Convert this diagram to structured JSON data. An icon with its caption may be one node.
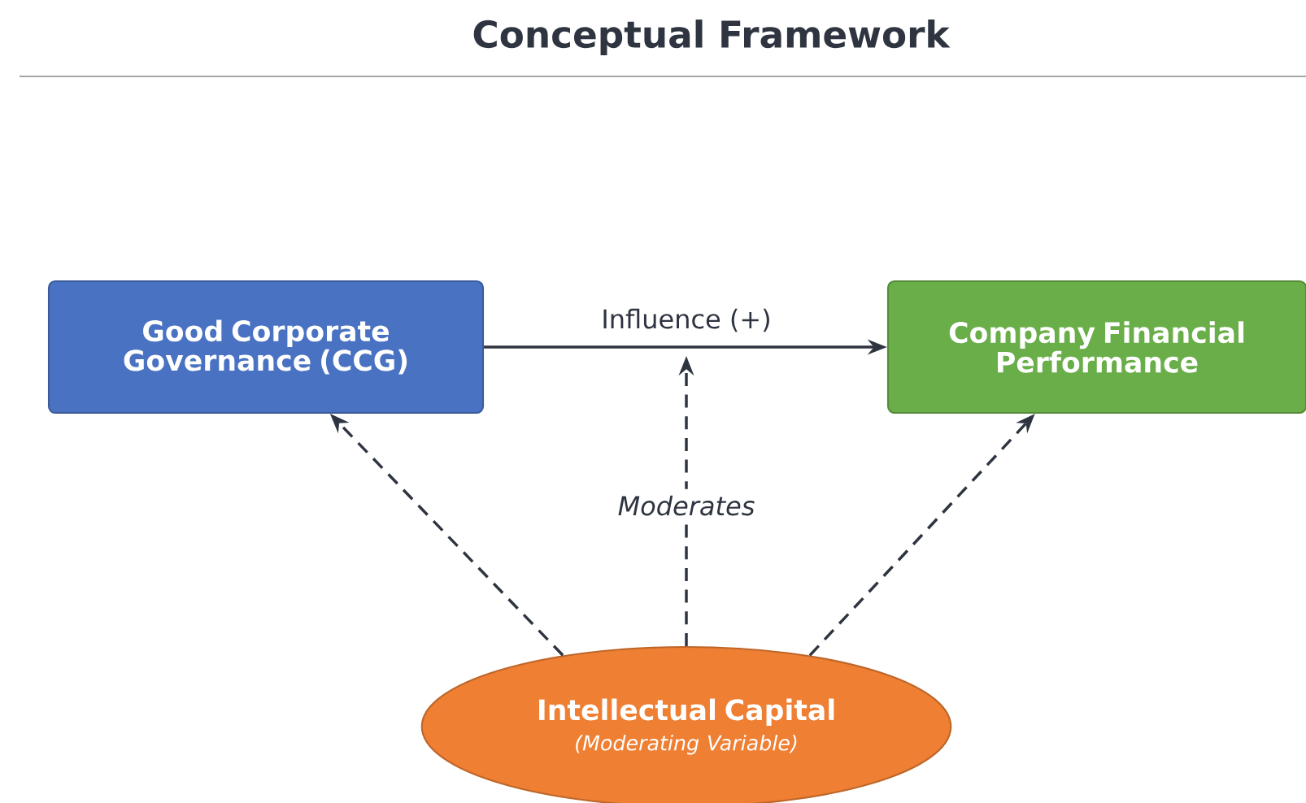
{
  "diagram": {
    "title": "Conceptual Framework",
    "nodes": [
      {
        "text": [
          "Good Corporate Governance (CCG)"
        ]
      },
      {
        "text": [
          "Company Financial Performance"
        ]
      },
      {
        "text": [
          "Intellectual Capital",
          "(Moderating Variable)"
        ]
      }
    ],
    "edges": [
      {
        "from": 0,
        "to": 1,
        "arrow": "to",
        "label": "Influence (+)"
      },
      {
        "from": 2,
        "to": null,
        "arrow": "to",
        "style": "dashed",
        "label": "Moderates"
      },
      {
        "from": 2,
        "to": 0,
        "arrow": "to",
        "style": "dashed"
      },
      {
        "from": 2,
        "to": 1,
        "arrow": "to",
        "style": "dashed"
      }
    ]
  }
}
